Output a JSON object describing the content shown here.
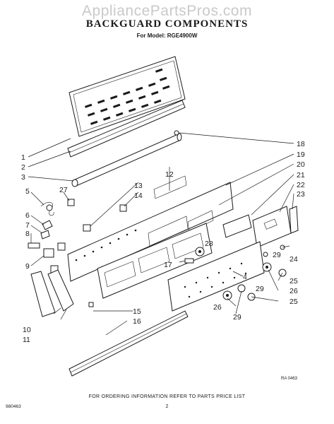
{
  "watermark": "AppliancePartsPros.com",
  "title": "BACKGUARD COMPONENTS",
  "model": "For Model: RGE4900W",
  "footer": "FOR ORDERING INFORMATION REFER TO PARTS PRICE LIST",
  "page_number": "2",
  "code": "980463",
  "ref": "RA 0463",
  "callouts": {
    "c1": "1",
    "c2": "2",
    "c3": "3",
    "c5": "5",
    "c6": "6",
    "c7": "7",
    "c8": "8",
    "c9": "9",
    "c10": "10",
    "c11": "11",
    "c12": "12",
    "c13": "13",
    "c14": "14",
    "c15": "15",
    "c16": "16",
    "c17": "17",
    "c18": "18",
    "c19": "19",
    "c20": "20",
    "c21": "21",
    "c22": "22",
    "c23": "23",
    "c24": "24",
    "c25a": "25",
    "c25b": "25",
    "c26a": "26",
    "c26b": "26",
    "c27": "27",
    "c28": "28",
    "c29a": "29",
    "c29b": "29",
    "c29c": "29",
    "c4": "4"
  }
}
